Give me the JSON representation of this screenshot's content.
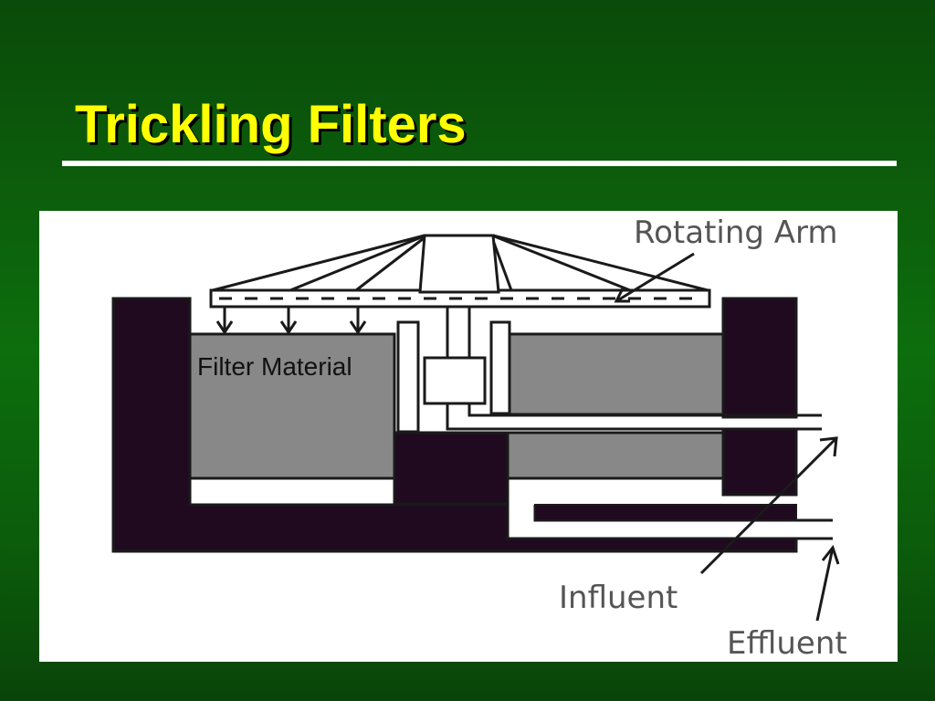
{
  "slide": {
    "title": "Trickling Filters"
  },
  "diagram": {
    "labels": {
      "rotating_arm": "Rotating Arm",
      "filter_material": "Filter Material",
      "influent": "Influent",
      "effluent": "Effluent"
    },
    "colors": {
      "background": "#0d6e0d",
      "title": "#ffff00",
      "wall": "#1f0a1f",
      "filter_media": "#888888",
      "panel": "#ffffff",
      "outline": "#1a1a1a"
    }
  }
}
